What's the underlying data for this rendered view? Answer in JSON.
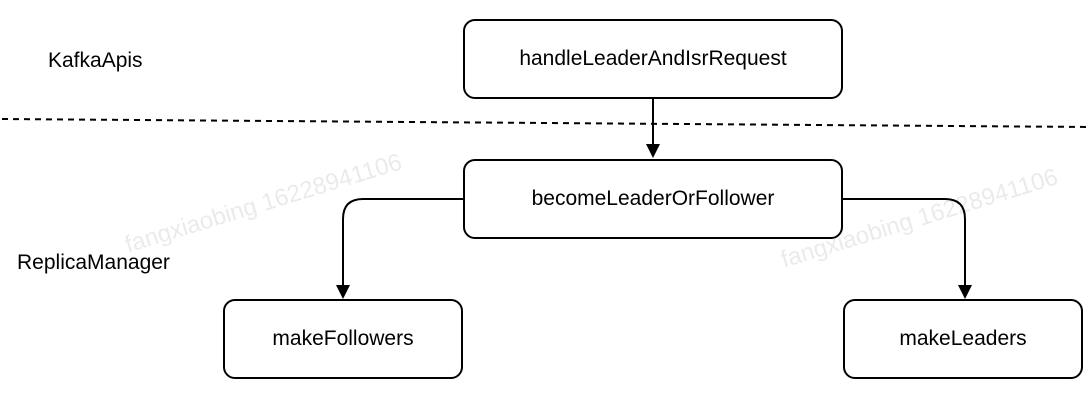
{
  "layers": {
    "top": "KafkaApis",
    "bottom": "ReplicaManager"
  },
  "nodes": {
    "handle": "handleLeaderAndIsrRequest",
    "become": "becomeLeaderOrFollower",
    "followers": "makeFollowers",
    "leaders": "makeLeaders"
  },
  "watermark": {
    "left": "fangxiaobing 16228941106",
    "right": "fangxiaobing 16228941106"
  },
  "colors": {
    "stroke": "#000000",
    "background": "#ffffff"
  }
}
